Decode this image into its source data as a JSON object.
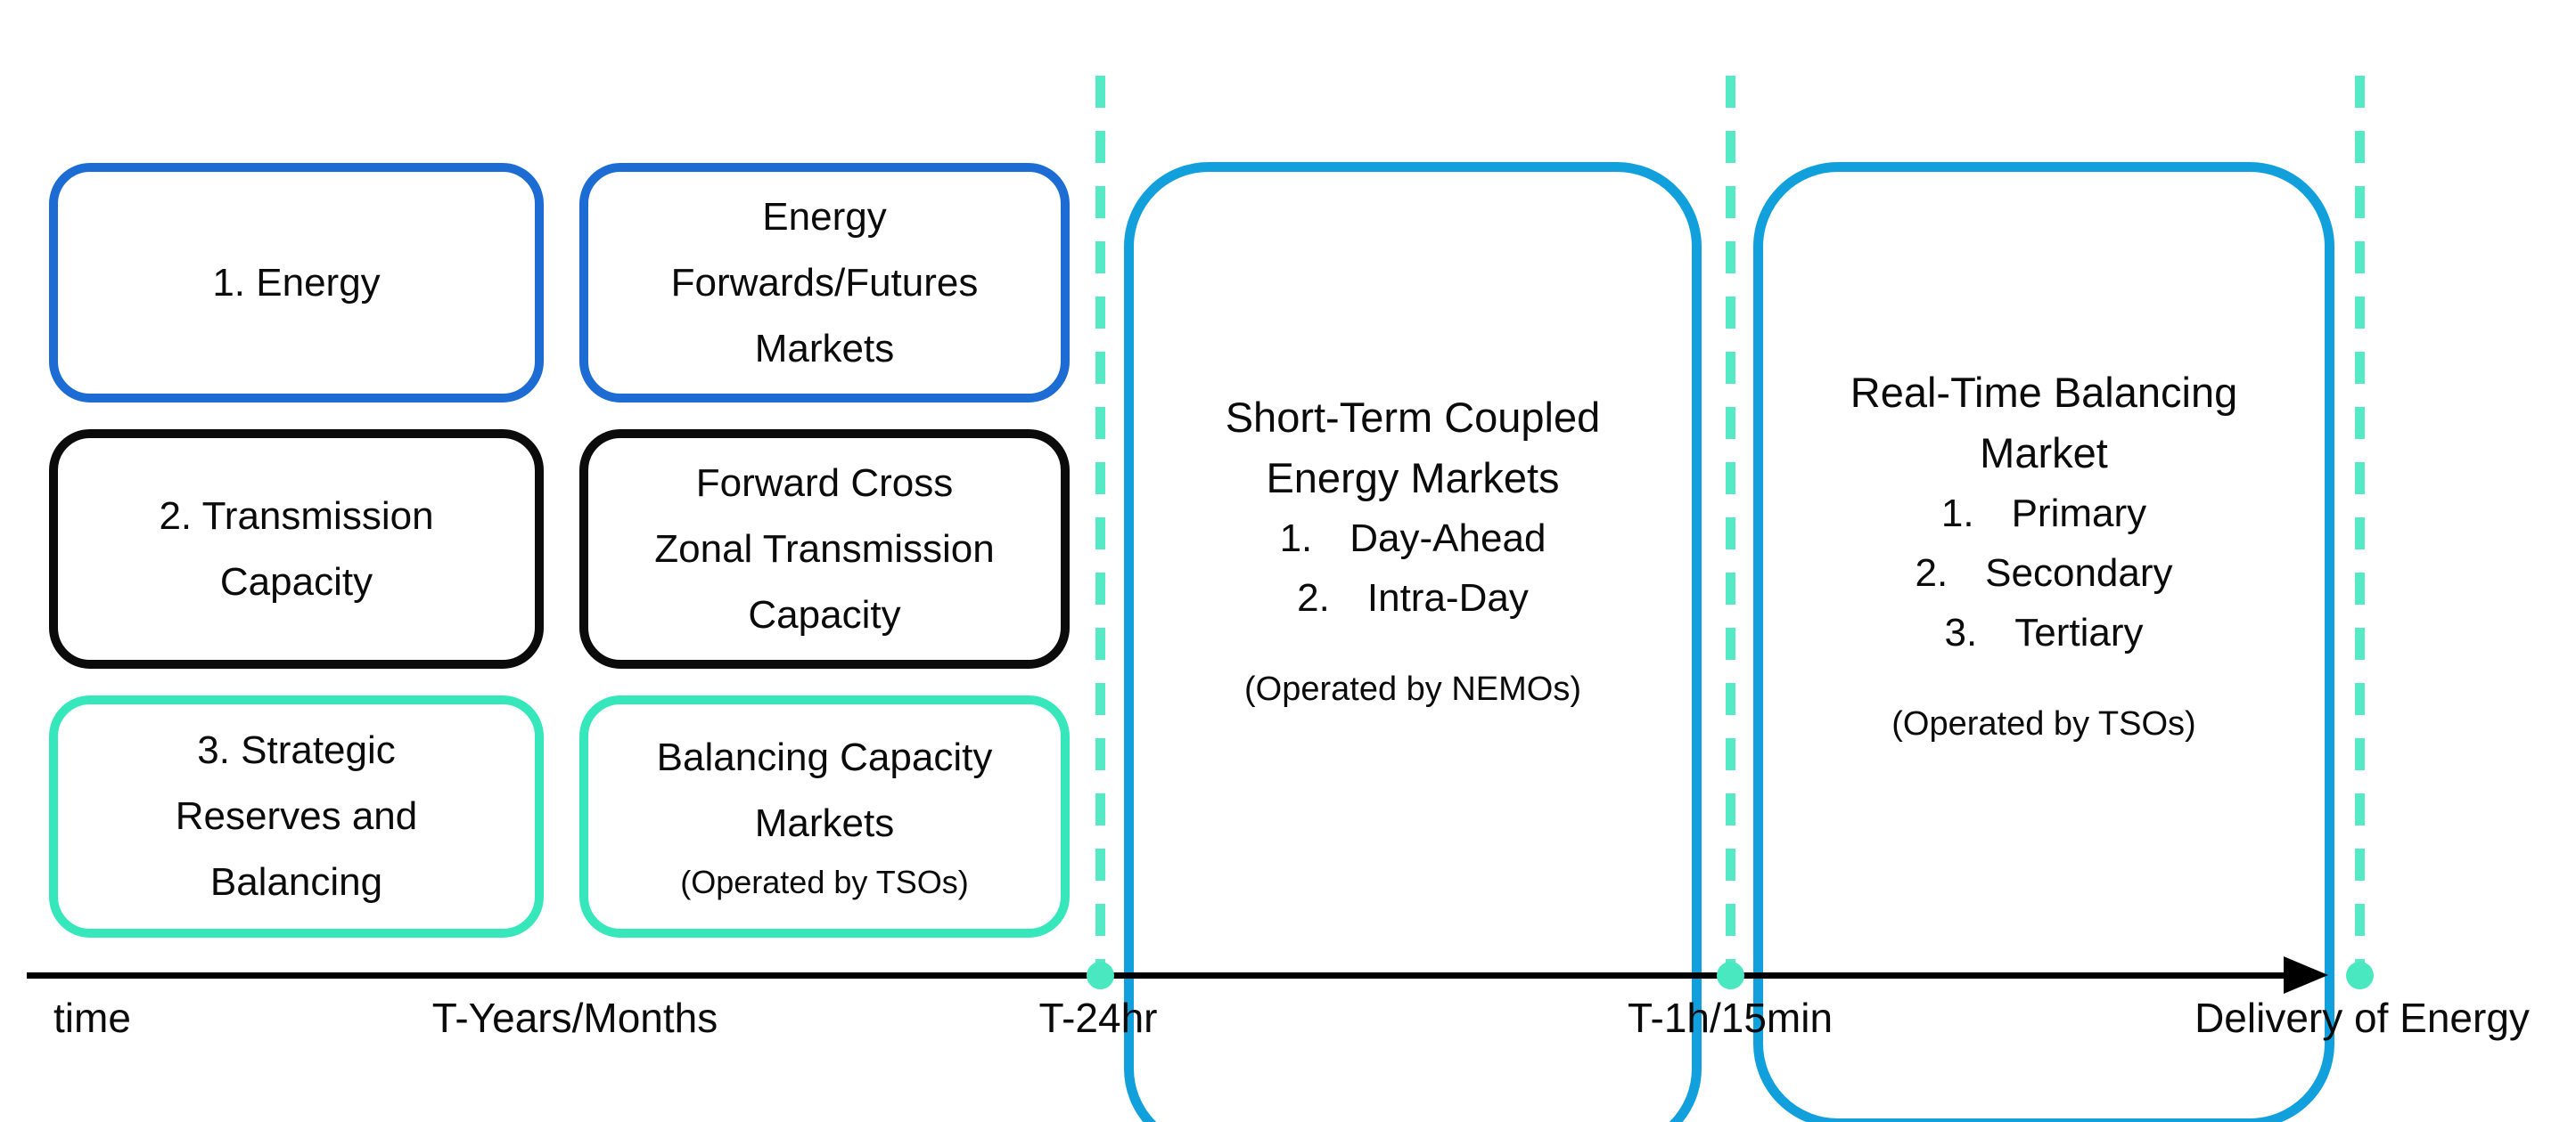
{
  "colors": {
    "category_blue": "#1c6cd3",
    "category_black": "#0b0b0b",
    "category_mint": "#35e7ba",
    "big_box_cyan": "#12a0dc",
    "dash_mint": "#55e9c6",
    "dot_mint": "#49e8c1",
    "axis_black": "#000000"
  },
  "boxes": {
    "left": [
      {
        "id": "energy",
        "lines": [
          "1. Energy"
        ]
      },
      {
        "id": "transmission-capacity",
        "lines": [
          "2. Transmission",
          "Capacity"
        ]
      },
      {
        "id": "strategic-reserves",
        "lines": [
          "3. Strategic",
          "Reserves and",
          "Balancing"
        ]
      }
    ],
    "mid": [
      {
        "id": "energy-forwards-futures",
        "lines": [
          "Energy",
          "Forwards/Futures",
          "Markets"
        ]
      },
      {
        "id": "forward-cross-zonal",
        "lines": [
          "Forward Cross",
          "Zonal Transmission",
          "Capacity"
        ]
      },
      {
        "id": "balancing-capacity-markets",
        "lines": [
          "Balancing Capacity",
          "Markets"
        ],
        "note": "(Operated by TSOs)"
      }
    ],
    "big": [
      {
        "id": "short-term-coupled",
        "title_lines": [
          "Short-Term Coupled",
          "Energy Markets"
        ],
        "items": [
          {
            "num": "1.",
            "label": "Day-Ahead"
          },
          {
            "num": "2.",
            "label": "Intra-Day"
          }
        ],
        "note": "(Operated by NEMOs)"
      },
      {
        "id": "real-time-balancing",
        "title_lines": [
          "Real-Time Balancing",
          "Market"
        ],
        "items": [
          {
            "num": "1.",
            "label": "Primary"
          },
          {
            "num": "2.",
            "label": "Secondary"
          },
          {
            "num": "3.",
            "label": "Tertiary"
          }
        ],
        "note": "(Operated by TSOs)"
      }
    ]
  },
  "timeline": {
    "axis_start_label": "time",
    "tick_labels": [
      "T-Years/Months",
      "T-24hr",
      "T-1h/15min"
    ],
    "end_label": "Delivery of Energy"
  }
}
